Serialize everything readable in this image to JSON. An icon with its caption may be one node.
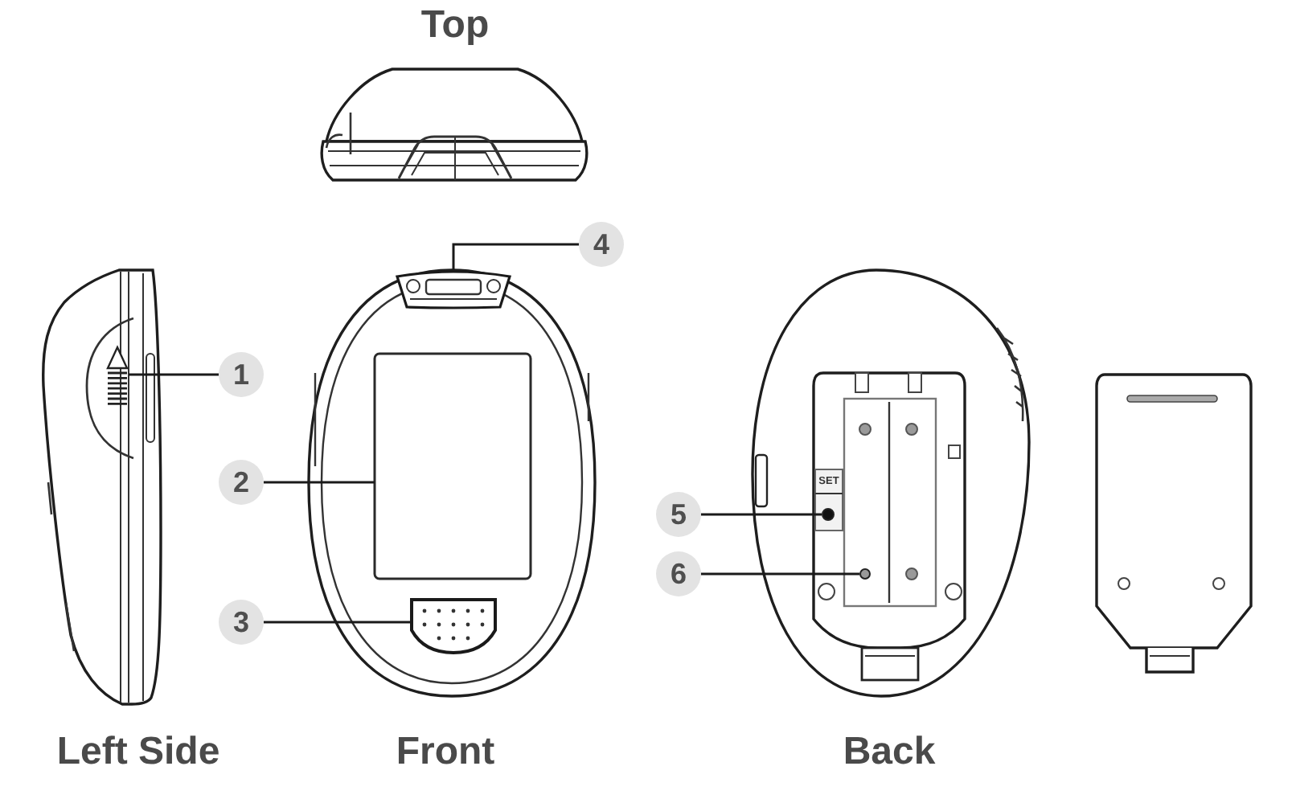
{
  "diagram": {
    "nodes": [
      {
        "text": [
          "1"
        ]
      },
      {
        "text": [],
        "shape": "picture"
      },
      {
        "text": [
          "2"
        ]
      },
      {
        "text": [],
        "shape": "box"
      },
      {
        "text": [
          "3"
        ]
      },
      {
        "text": [],
        "shape": "picture"
      },
      {
        "text": [
          "4"
        ]
      },
      {
        "text": [],
        "shape": "picture"
      },
      {
        "text": [
          "5"
        ]
      },
      {
        "text": [],
        "shape": "circle"
      },
      {
        "text": [
          "6"
        ]
      },
      {
        "text": [],
        "shape": "circle"
      }
    ],
    "edges": [
      {
        "from": 0,
        "to": 1,
        "arrow": "none"
      },
      {
        "from": 2,
        "to": 3,
        "arrow": "none"
      },
      {
        "from": 4,
        "to": 5,
        "arrow": "none"
      },
      {
        "from": 6,
        "to": 7,
        "arrow": "none"
      },
      {
        "from": 8,
        "to": 9,
        "arrow": "none"
      },
      {
        "from": 10,
        "to": 11,
        "arrow": "none"
      }
    ],
    "labels": [
      "Top",
      "SET",
      "Left Side",
      "Front",
      "Back"
    ]
  }
}
